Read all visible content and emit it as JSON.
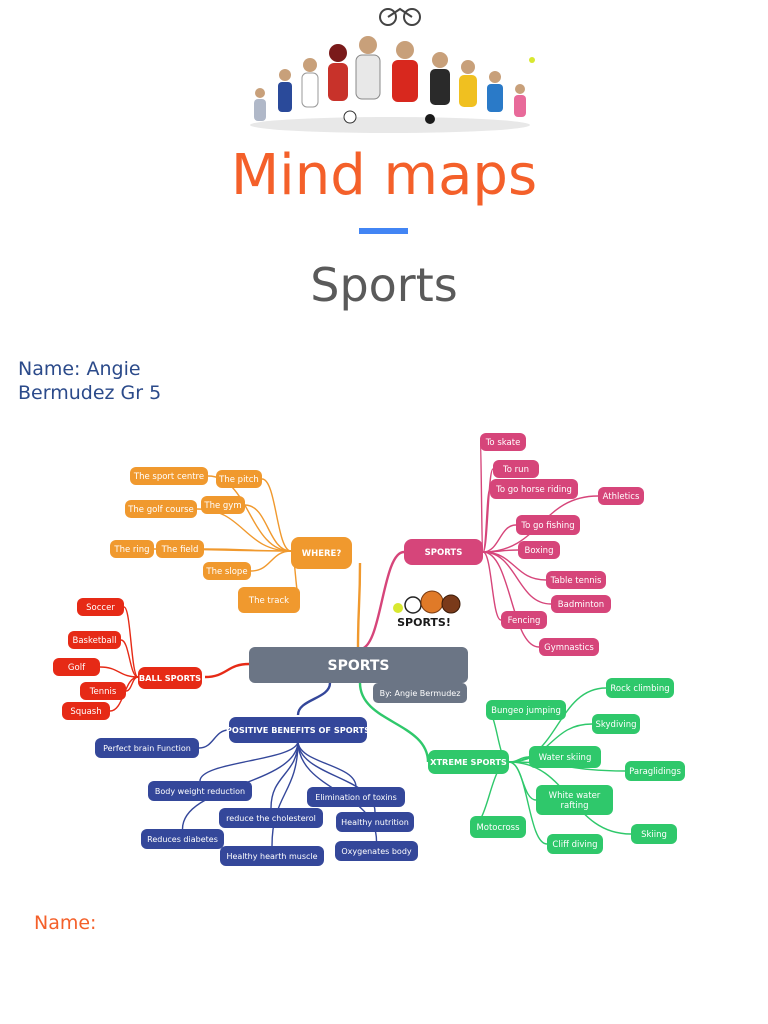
{
  "header": {
    "title": "Mind maps",
    "subtitle": "Sports",
    "name_line1": "Name: Angie",
    "name_line2": "Bermudez  Gr 5",
    "footer_name": "Name:"
  },
  "colors": {
    "title": "#f4602a",
    "accent_bar": "#4285f4",
    "subtitle": "#5a5a5a",
    "name": "#2b4a8a",
    "footer_name": "#f4602a",
    "center": "#6b7585",
    "byline": "#6b7585",
    "where": "#f0992e",
    "sports": "#d6457a",
    "ball": "#e62a16",
    "benefits": "#34479a",
    "xtreme": "#2fc86b"
  },
  "mindmap": {
    "center": "SPORTS",
    "byline": "By: Angie Bermudez",
    "sticker_text": "SPORTS!",
    "branches": {
      "where": {
        "label": "WHERE?",
        "items": [
          "The sport centre",
          "The pitch",
          "The golf course",
          "The gym",
          "The ring",
          "The field",
          "The slope",
          "The track"
        ]
      },
      "sports": {
        "label": "SPORTS",
        "items": [
          "To skate",
          "To run",
          "To go horse riding",
          "Athletics",
          "To go fishing",
          "Boxing",
          "Table tennis",
          "Badminton",
          "Fencing",
          "Gymnastics"
        ]
      },
      "ball": {
        "label": "BALL SPORTS",
        "items": [
          "Soccer",
          "Basketball",
          "Golf",
          "Tennis",
          "Squash"
        ]
      },
      "benefits": {
        "label": "POSITIVE BENEFITS OF SPORTS",
        "items": [
          "Perfect brain Function",
          "Body weight reduction",
          "reduce the cholesterol",
          "Reduces diabetes",
          "Healthy hearth muscle",
          "Elimination of toxins",
          "Healthy nutrition",
          "Oxygenates body"
        ]
      },
      "xtreme": {
        "label": "XTREME SPORTS",
        "items": [
          "Bungeo jumping",
          "Rock climbing",
          "Skydiving",
          "Water skiing",
          "Paraglidings",
          "White water rafting",
          "Motocross",
          "Skiing",
          "Cliff diving"
        ]
      }
    }
  }
}
